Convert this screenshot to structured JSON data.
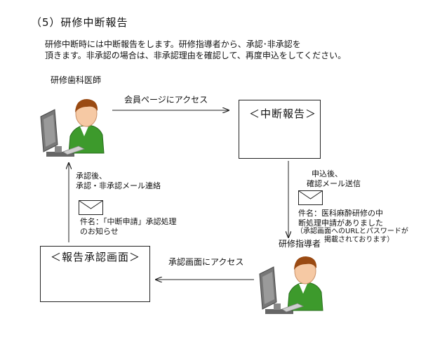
{
  "title": "（5）研修中断報告",
  "intro": {
    "line1": "研修中断時には中断報告をします。研修指導者から、承認･非承認を",
    "line2": "頂きます。非承認の場合は、非承認理由を確認して、再度申込をしてください。"
  },
  "actors": {
    "dentist": "研修歯科医師",
    "supervisor": "研修指導者"
  },
  "boxes": {
    "report": "＜中断報告＞",
    "approval": "＜報告承認画面＞"
  },
  "arrows": {
    "access_member_page": "会員ページにアクセス",
    "access_approval_page": "承認画面にアクセス"
  },
  "notice_to_supervisor": {
    "line1": "申込後、",
    "line2": "確認メール送信",
    "subject1": "件名：医科麻酔研修の中",
    "subject2": "断処理申請がありました",
    "note1": "（承認画面へのURLとパスワードが",
    "note2": "掲載されております）"
  },
  "notice_to_dentist": {
    "line1": "承認後、",
    "line2": "承認・非承認メール連絡",
    "subject1": "件名：「中断申請」承認処理",
    "subject2": "のお知らせ"
  },
  "icons": {
    "person": "person-at-computer-icon",
    "mail": "envelope-icon"
  },
  "colors": {
    "hair": "#9a4a12",
    "skin": "#f6c9a4",
    "shirt": "#3d9a2c",
    "monitor": "#7a7a7a",
    "line": "#222222"
  }
}
